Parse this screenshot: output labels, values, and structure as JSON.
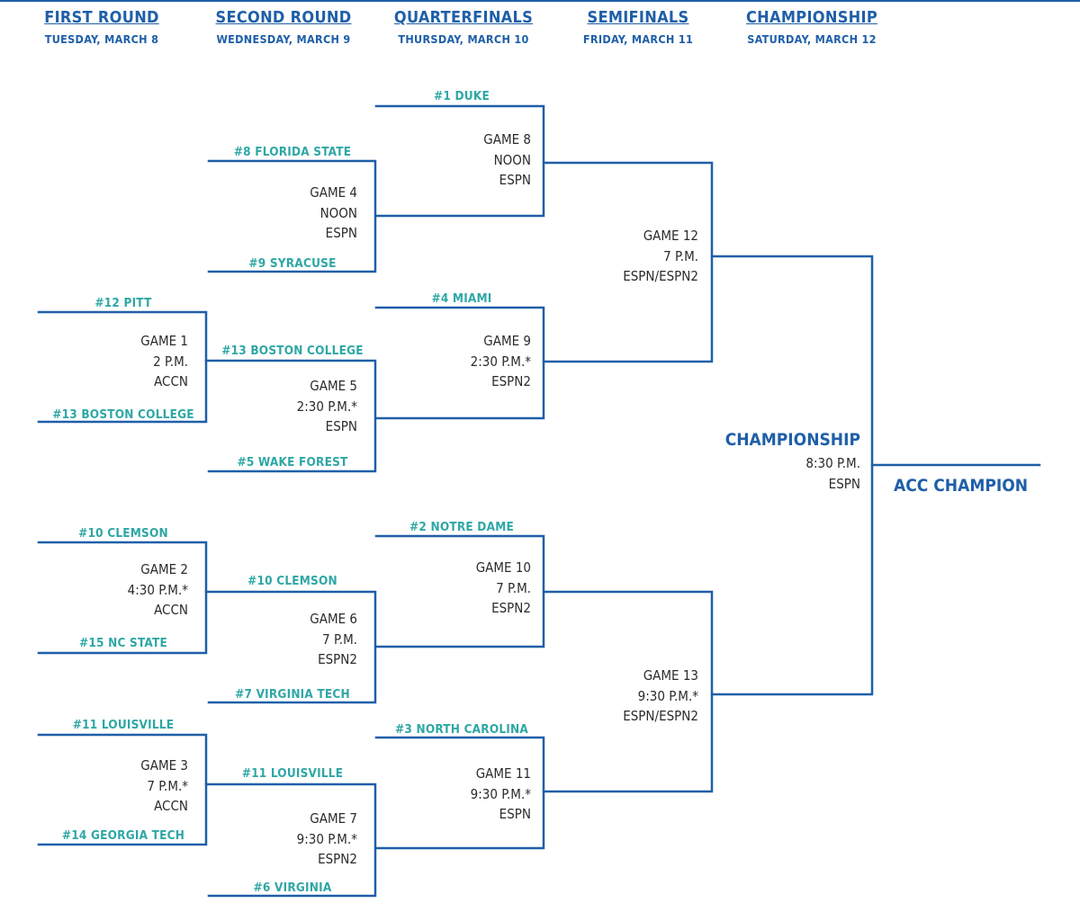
{
  "rounds": [
    {
      "title": "FIRST ROUND",
      "date": "TUESDAY, MARCH 8"
    },
    {
      "title": "SECOND ROUND",
      "date": "WEDNESDAY, MARCH 9"
    },
    {
      "title": "QUARTERFINALS",
      "date": "THURSDAY, MARCH 10"
    },
    {
      "title": "SEMIFINALS",
      "date": "FRIDAY, MARCH 11"
    },
    {
      "title": "CHAMPIONSHIP",
      "date": "SATURDAY, MARCH 12"
    }
  ],
  "teams": [
    "#1 DUKE",
    "#8 FLORIDA STATE",
    "#9 SYRACUSE",
    "#12 PITT",
    "#13 BOSTON COLLEGE",
    "#13 BOSTON COLLEGE",
    "#4 MIAMI",
    "#5 WAKE FOREST",
    "#2 NOTRE DAME",
    "#10 CLEMSON",
    "#10 CLEMSON",
    "#15 NC STATE",
    "#7 VIRGINIA TECH",
    "#11 LOUISVILLE",
    "#3 NORTH CAROLINA",
    "#11 LOUISVILLE",
    "#14 GEORGIA TECH",
    "#6 VIRGINIA"
  ],
  "games": [
    {
      "name": "GAME 1",
      "time": "2 P.M.",
      "tv": "ACCN"
    },
    {
      "name": "GAME 2",
      "time": "4:30 P.M.*",
      "tv": "ACCN"
    },
    {
      "name": "GAME 3",
      "time": "7 P.M.*",
      "tv": "ACCN"
    },
    {
      "name": "GAME 4",
      "time": "NOON",
      "tv": "ESPN"
    },
    {
      "name": "GAME 5",
      "time": "2:30 P.M.*",
      "tv": "ESPN"
    },
    {
      "name": "GAME 6",
      "time": "7 P.M.",
      "tv": "ESPN2"
    },
    {
      "name": "GAME 7",
      "time": "9:30 P.M.*",
      "tv": "ESPN2"
    },
    {
      "name": "GAME 8",
      "time": "NOON",
      "tv": "ESPN"
    },
    {
      "name": "GAME 9",
      "time": "2:30 P.M.*",
      "tv": "ESPN2"
    },
    {
      "name": "GAME 10",
      "time": "7 P.M.",
      "tv": "ESPN2"
    },
    {
      "name": "GAME 11",
      "time": "9:30 P.M.*",
      "tv": "ESPN"
    },
    {
      "name": "GAME 12",
      "time": "7 P.M.",
      "tv": "ESPN/ESPN2"
    },
    {
      "name": "GAME 13",
      "time": "9:30 P.M.*",
      "tv": "ESPN/ESPN2"
    }
  ],
  "championship": {
    "title": "CHAMPIONSHIP",
    "time": "8:30 P.M.",
    "tv": "ESPN"
  },
  "winner_label": "ACC CHAMPION",
  "colors": {
    "line": "#1f5fa8",
    "team": "#2ea7a5",
    "text": "#2b2b2b"
  }
}
